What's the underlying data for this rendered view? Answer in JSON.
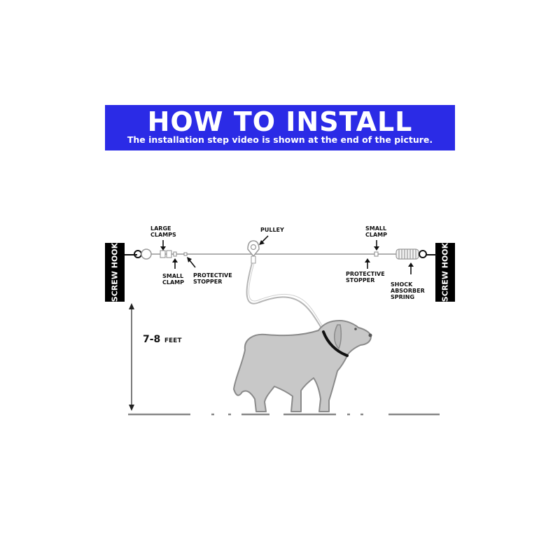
{
  "banner": {
    "title": "HOW TO INSTALL",
    "subtitle": "The installation step video is shown at the end of the picture."
  },
  "posts": {
    "left_label": "SCREW HOOK",
    "right_label": "SCREW HOOK"
  },
  "labels": {
    "large_clamps_1": "LARGE",
    "large_clamps_2": "CLAMPS",
    "small_clamp_left_1": "SMALL",
    "small_clamp_left_2": "CLAMP",
    "protective_stopper_left_1": "PROTECTIVE",
    "protective_stopper_left_2": "STOPPER",
    "pulley": "PULLEY",
    "small_clamp_right_1": "SMALL",
    "small_clamp_right_2": "CLAMP",
    "protective_stopper_right_1": "PROTECTIVE",
    "protective_stopper_right_2": "STOPPER",
    "shock_1": "SHOCK",
    "shock_2": "ABSORBER",
    "shock_3": "SPRING"
  },
  "height": {
    "value": "7-8",
    "unit": "FEET"
  },
  "colors": {
    "banner": "#2b2be6",
    "dog_fill": "#c8c8c8",
    "dog_outline": "#8a8a8a",
    "cable": "#b0b0b0"
  }
}
